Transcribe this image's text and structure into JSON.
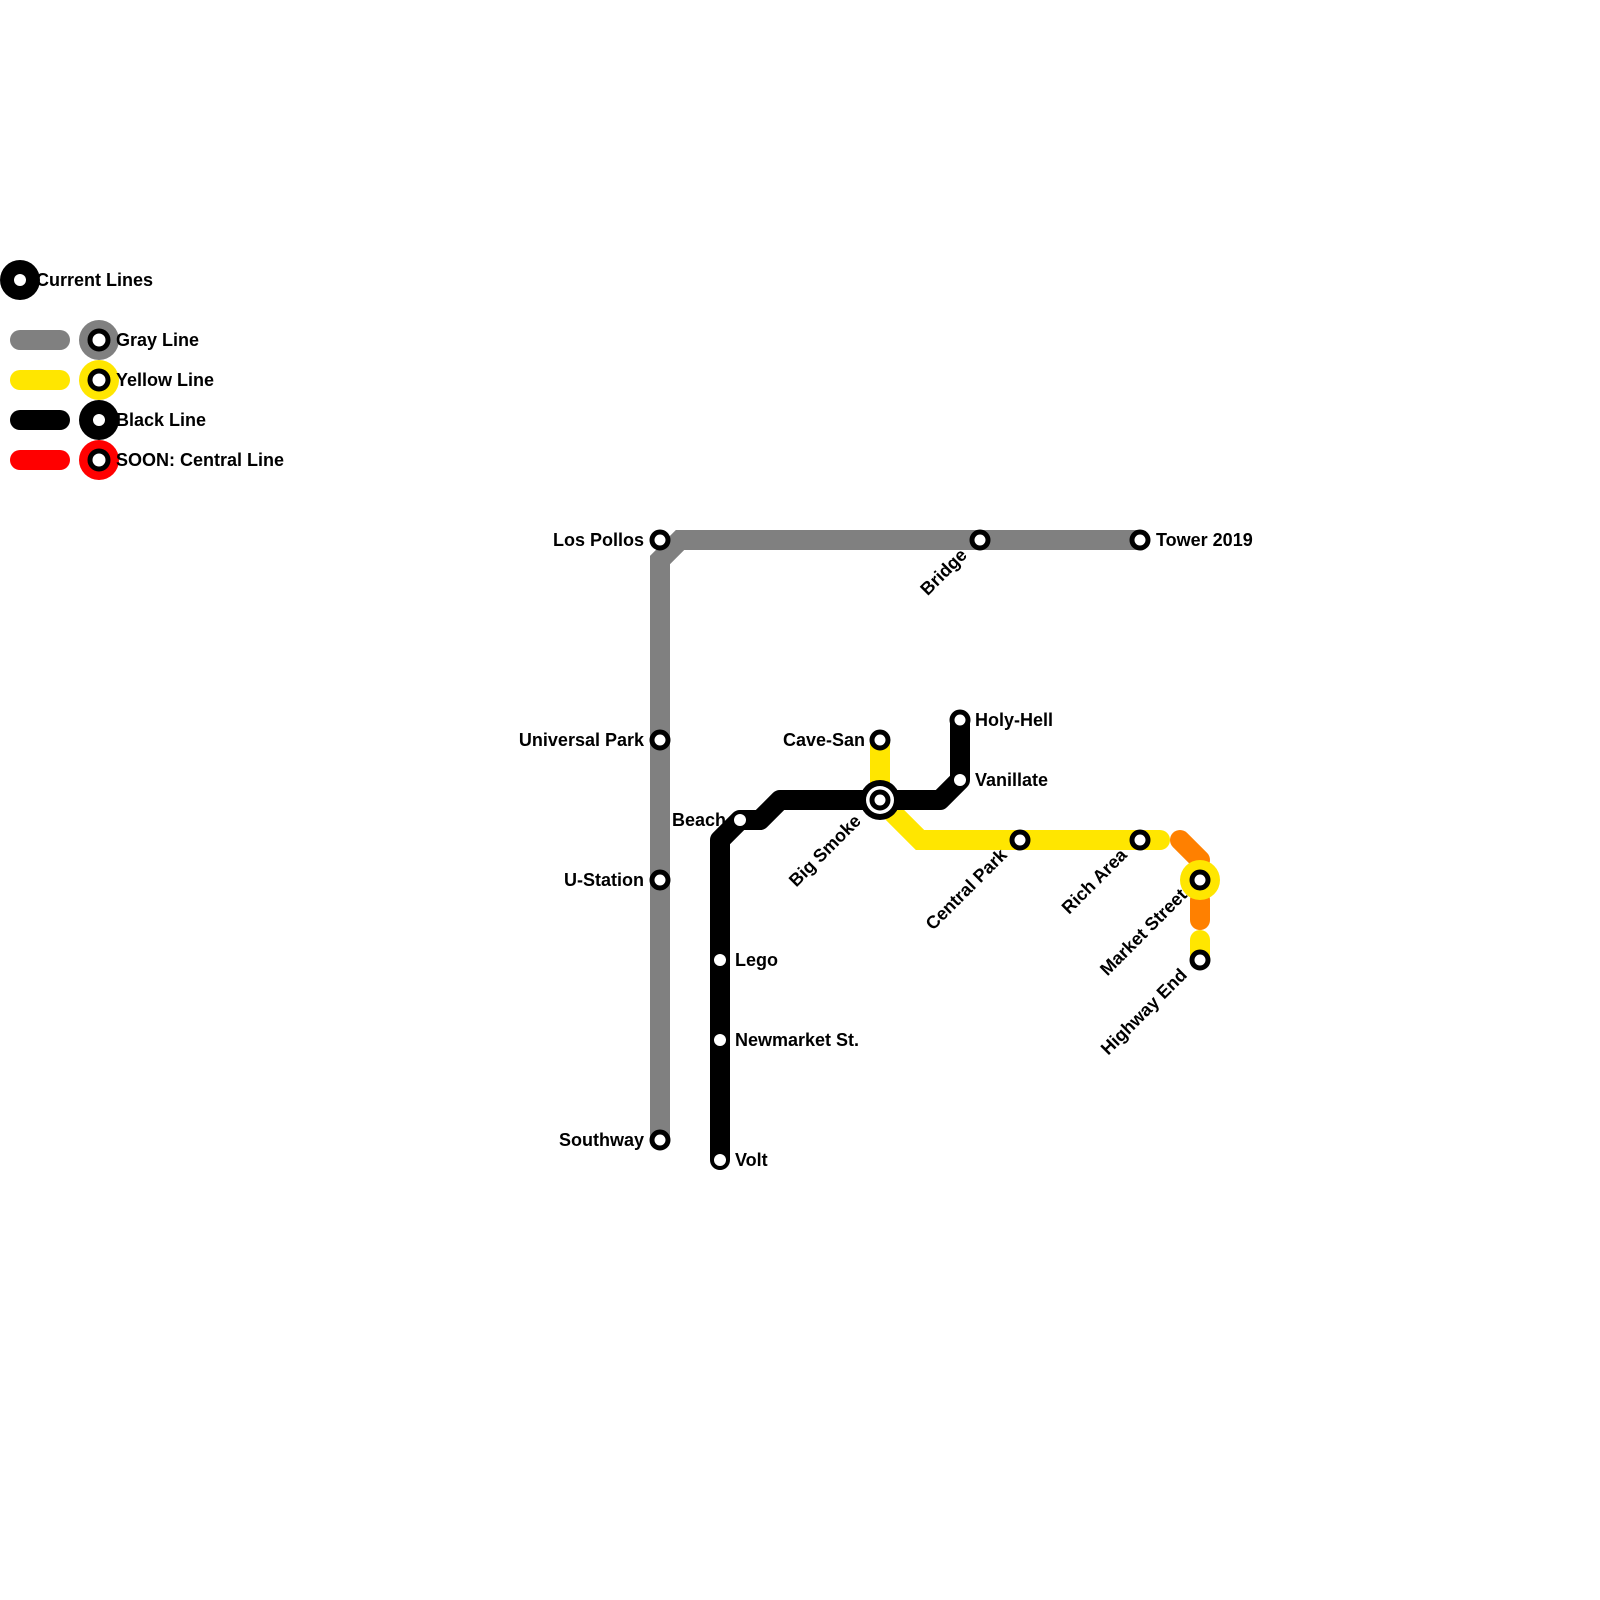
{
  "colors": {
    "gray": "#808080",
    "yellow": "#ffe600",
    "black": "#000000",
    "red": "#ff0000",
    "orange": "#ff8000",
    "white": "#ffffff"
  },
  "legend": {
    "title": "Current Lines",
    "items": [
      {
        "label": "Gray Line",
        "color": "#808080"
      },
      {
        "label": "Yellow Line",
        "color": "#ffe600"
      },
      {
        "label": "Black Line",
        "color": "#000000"
      },
      {
        "label": "SOON: Central Line",
        "color": "#ff0000"
      }
    ]
  },
  "stations": [
    {
      "id": "los-pollos",
      "name": "Los Pollos",
      "line": "gray"
    },
    {
      "id": "bridge",
      "name": "Bridge",
      "line": "gray"
    },
    {
      "id": "tower-2019",
      "name": "Tower 2019",
      "line": "gray"
    },
    {
      "id": "universal-park",
      "name": "Universal Park",
      "line": "gray"
    },
    {
      "id": "u-station",
      "name": "U-Station",
      "line": "gray"
    },
    {
      "id": "southway",
      "name": "Southway",
      "line": "gray"
    },
    {
      "id": "cave-san",
      "name": "Cave-San",
      "line": "yellow"
    },
    {
      "id": "holy-hell",
      "name": "Holy-Hell",
      "line": "black"
    },
    {
      "id": "vanillate",
      "name": "Vanillate",
      "line": "black"
    },
    {
      "id": "beach",
      "name": "Beach",
      "line": "black"
    },
    {
      "id": "big-smoke",
      "name": "Big Smoke",
      "line": "interchange"
    },
    {
      "id": "central-park",
      "name": "Central Park",
      "line": "yellow"
    },
    {
      "id": "rich-area",
      "name": "Rich Area",
      "line": "yellow"
    },
    {
      "id": "market-street",
      "name": "Market Street",
      "line": "yellow"
    },
    {
      "id": "highway-end",
      "name": "Highway End",
      "line": "yellow"
    },
    {
      "id": "lego",
      "name": "Lego",
      "line": "black"
    },
    {
      "id": "newmarket-st",
      "name": "Newmarket St.",
      "line": "black"
    },
    {
      "id": "volt",
      "name": "Volt",
      "line": "black"
    }
  ]
}
